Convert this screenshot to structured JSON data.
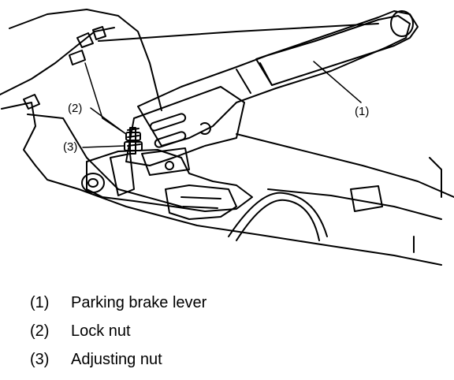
{
  "figure": {
    "callouts": [
      {
        "id": "1",
        "text": "(1)"
      },
      {
        "id": "2",
        "text": "(2)"
      },
      {
        "id": "3",
        "text": "(3)"
      }
    ]
  },
  "legend": {
    "items": [
      {
        "number": "(1)",
        "label": "Parking brake lever"
      },
      {
        "number": "(2)",
        "label": "Lock nut"
      },
      {
        "number": "(3)",
        "label": "Adjusting nut"
      }
    ]
  }
}
